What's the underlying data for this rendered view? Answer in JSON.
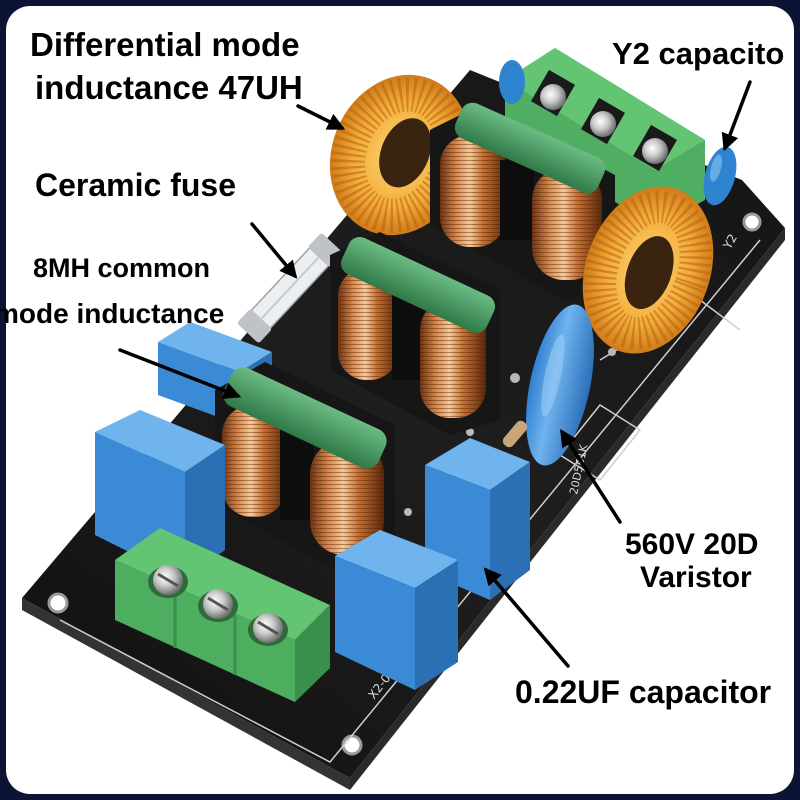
{
  "labels": {
    "differential_mode_inductor": [
      "Differential mode",
      "inductance 47UH"
    ],
    "y2_capacitor": [
      "Y2 capacito"
    ],
    "ceramic_fuse": [
      "Ceramic fuse"
    ],
    "common_mode_inductor": [
      "8MH common",
      "mode inductance"
    ],
    "varistor": [
      "560V 20D",
      "Varistor"
    ],
    "x2_capacitor": [
      "0.22UF capacitor"
    ]
  },
  "silkscreen": {
    "x2_rating": "X2-0.22UF",
    "y2_marking": "Y2",
    "varistor_marking": "20D561K"
  },
  "colors": {
    "label_text": "#000000",
    "arrow": "#000000",
    "pcb": "#141414",
    "terminal_block": "#56b86a",
    "x2_capacitor": "#3a8ad6",
    "inductor_clip": "#3f8f5a",
    "copper_winding": "#d07a35",
    "toroid_winding": "#f0a535",
    "varistor": "#3d8fd8"
  }
}
